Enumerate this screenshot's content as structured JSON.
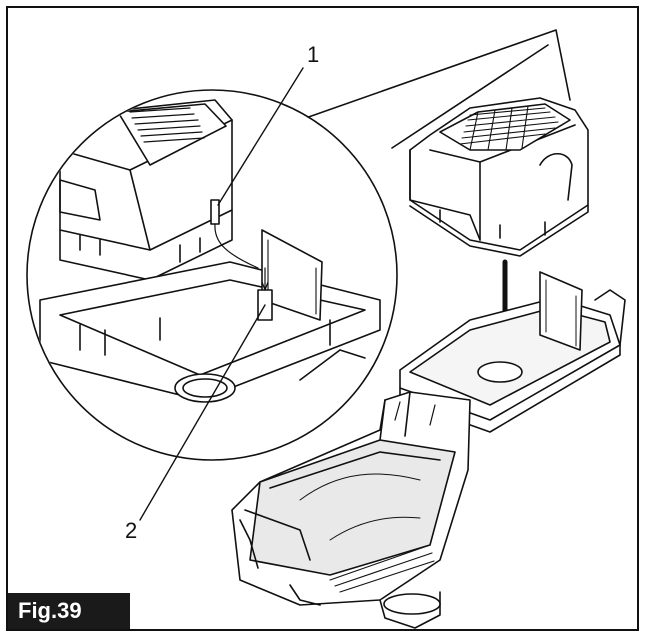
{
  "figure": {
    "label": "Fig.39"
  },
  "callouts": [
    {
      "id": "1",
      "text": "1"
    },
    {
      "id": "2",
      "text": "2"
    }
  ],
  "colors": {
    "line": "#111111",
    "fill": "#ffffff",
    "shade": "#e9e9e9",
    "label_bg": "#1a1a1a",
    "label_text": "#ffffff"
  }
}
